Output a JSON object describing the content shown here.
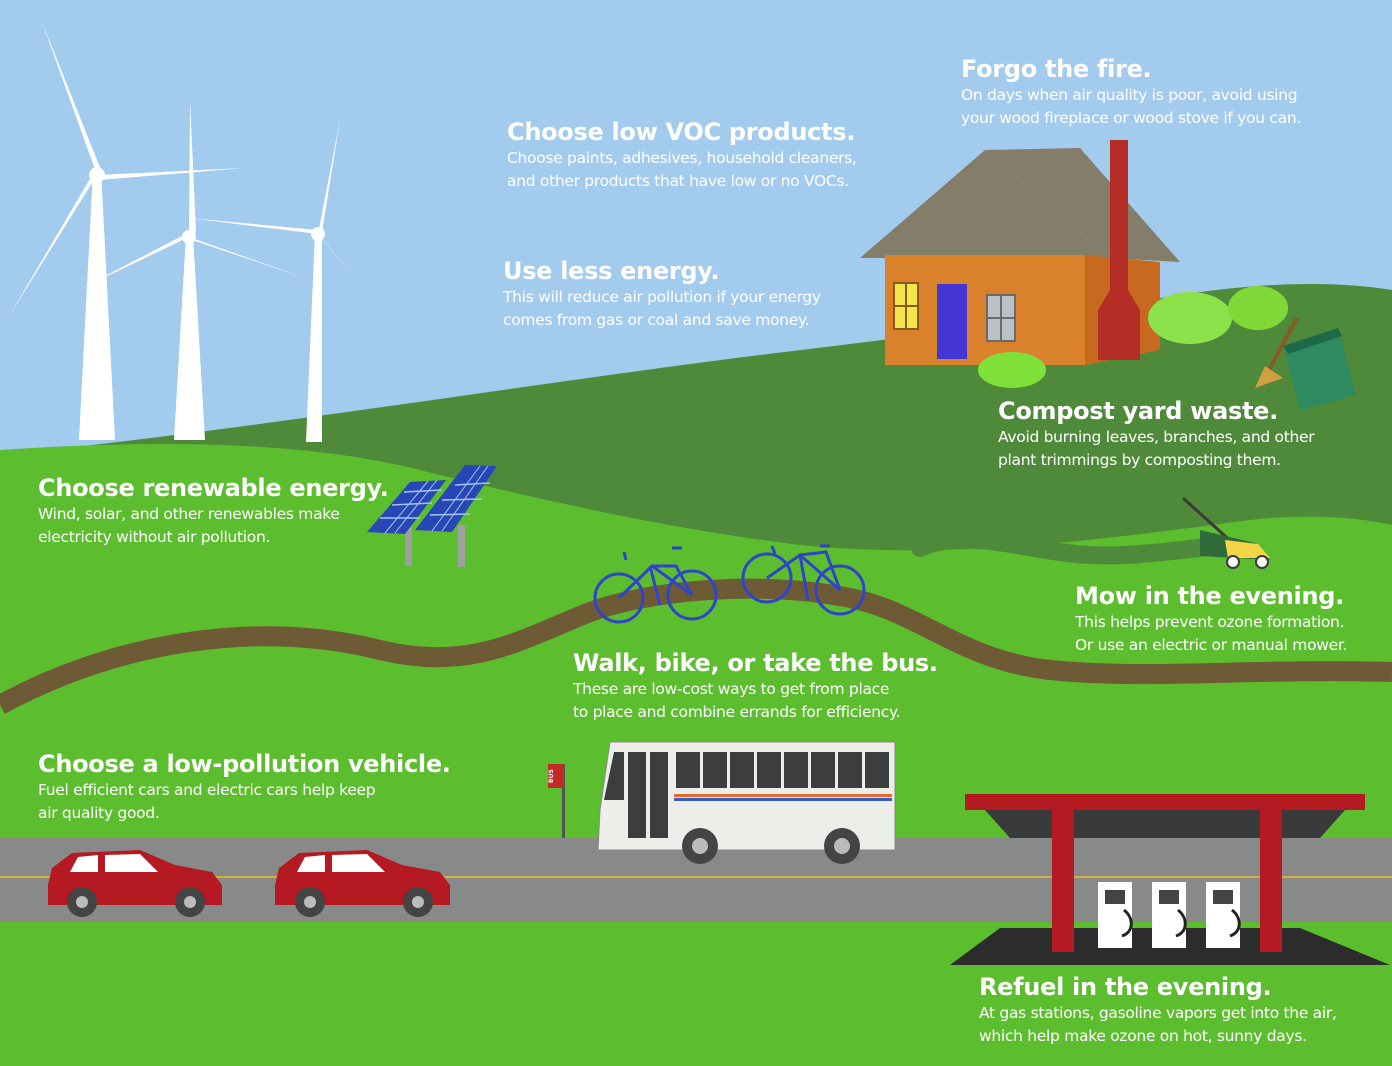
{
  "colors": {
    "sky": "#a3cbee",
    "far_hill": "#4f8a3a",
    "near_grass": "#5cbd2e",
    "path": "#6e5a35",
    "road": "#878a88",
    "car_red": "#b51a22",
    "station_red": "#b51a22",
    "house_wall": "#d9822b",
    "roof": "#847d6a",
    "door": "#4437d6"
  },
  "tips": [
    {
      "id": "renewable",
      "title": "Choose renewable energy.",
      "lines": [
        "Wind, solar, and other renewables make",
        "electricity without air pollution."
      ]
    },
    {
      "id": "voc",
      "title": "Choose low VOC products.",
      "lines": [
        "Choose paints, adhesives, household cleaners,",
        "and other products that have low or no VOCs."
      ]
    },
    {
      "id": "energy",
      "title": "Use less energy.",
      "lines": [
        "This will reduce air pollution if your energy",
        "comes from gas or coal and save money."
      ]
    },
    {
      "id": "fire",
      "title": "Forgo the fire.",
      "lines": [
        "On days when air quality is poor, avoid using",
        "your wood fireplace or wood stove if you can."
      ]
    },
    {
      "id": "compost",
      "title": "Compost yard waste.",
      "lines": [
        "Avoid burning leaves, branches, and other",
        "plant trimmings by composting them."
      ]
    },
    {
      "id": "mow",
      "title": "Mow in the evening.",
      "lines": [
        " This helps prevent ozone formation.",
        "Or use an electric or manual mower."
      ]
    },
    {
      "id": "bus",
      "title": "Walk, bike, or take the bus.",
      "lines": [
        "These are low-cost ways to get from place",
        "to place and combine errands for efficiency."
      ]
    },
    {
      "id": "vehicle",
      "title": "Choose a low-pollution vehicle.",
      "lines": [
        "Fuel efficient cars and electric cars help keep",
        "air quality good."
      ]
    },
    {
      "id": "refuel",
      "title": "Refuel in the evening.",
      "lines": [
        "At gas stations, gasoline vapors get into the air,",
        "which help make ozone on hot, sunny days."
      ]
    }
  ],
  "bus_stop_sign": "BUS"
}
